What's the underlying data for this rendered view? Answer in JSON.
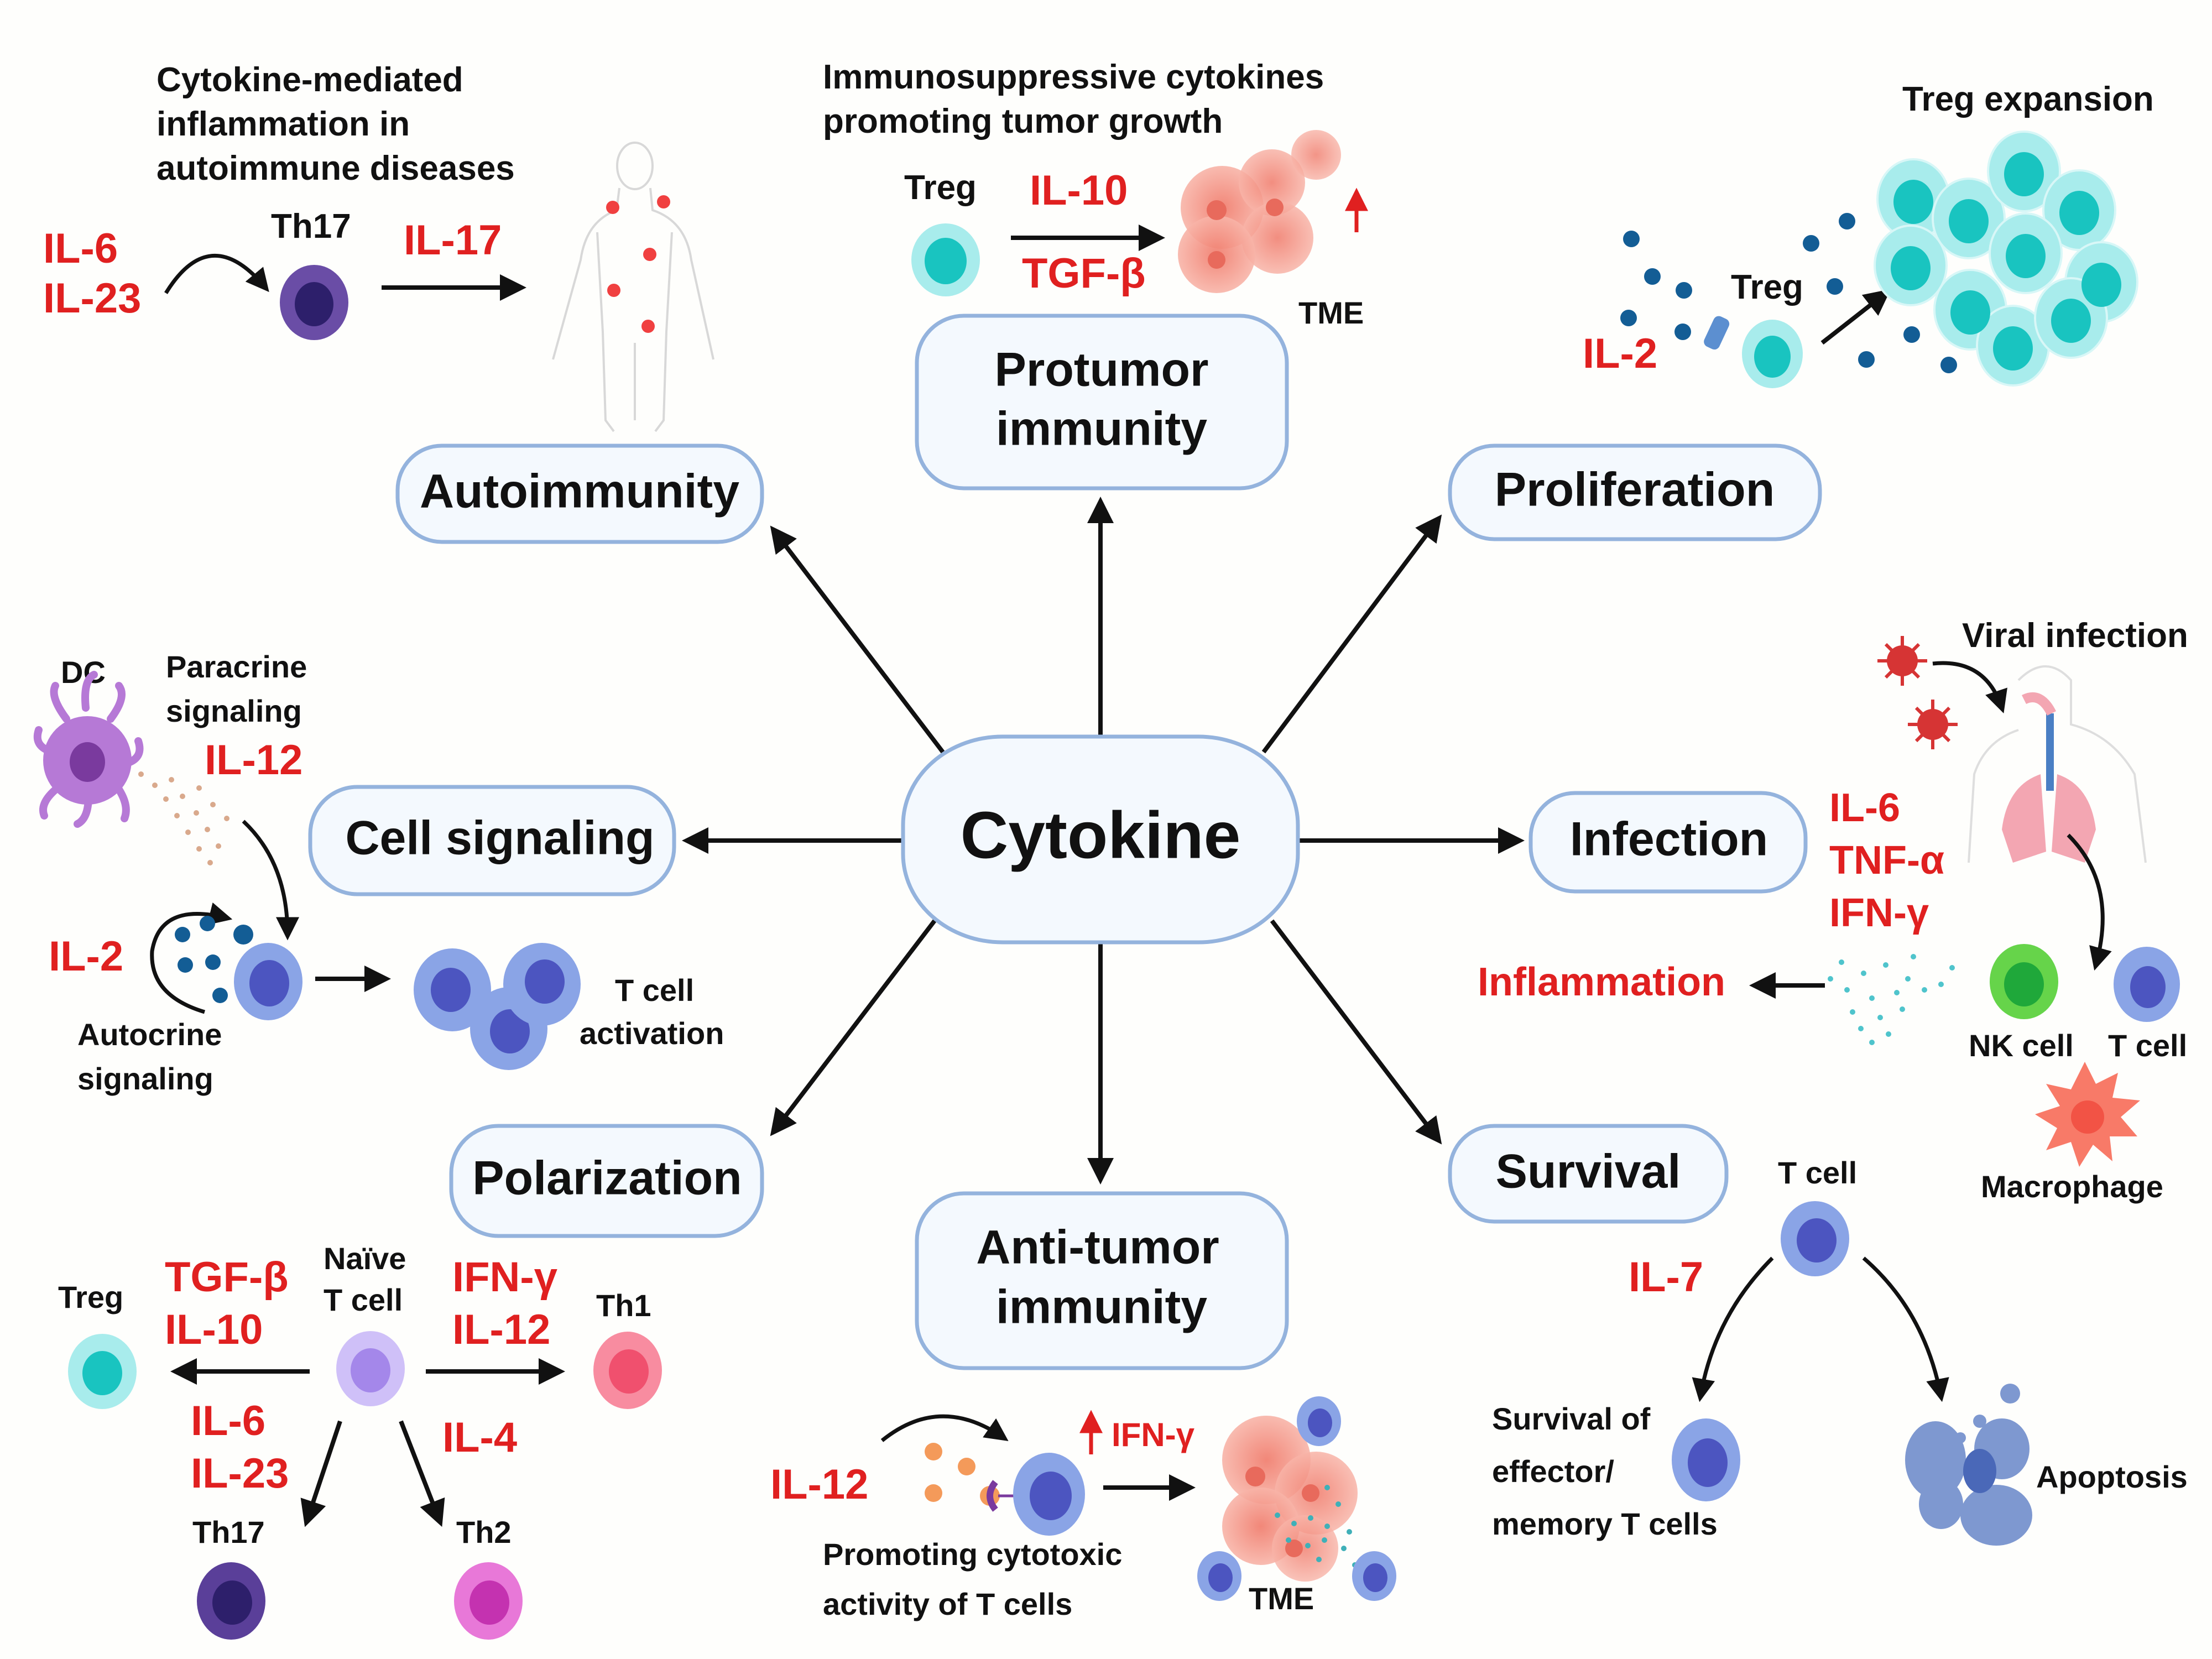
{
  "center": {
    "label": "Cytokine"
  },
  "colors": {
    "node_fill": "#f4f9fe",
    "node_border": "#94b3dd",
    "cytokine_text": "#e02020",
    "treg": "#2ec8c8",
    "t_cell": "#5b63c9",
    "th17": "#4b2f8c",
    "th1": "#f2607a",
    "th2": "#d24fc2",
    "naive_t_cell": "#b49cf0",
    "nk_cell": "#3bbf3b",
    "macrophage": "#f87a68",
    "dc": "#b679d6",
    "tumor": "#f49a8a"
  },
  "nodes": {
    "autoimmunity": "Autoimmunity",
    "protumor_line1": "Protumor",
    "protumor_line2": "immunity",
    "proliferation": "Proliferation",
    "cell_signaling": "Cell signaling",
    "infection": "Infection",
    "polarization": "Polarization",
    "antitumor_line1": "Anti-tumor",
    "antitumor_line2": "immunity",
    "survival": "Survival"
  },
  "autoimmunity_panel": {
    "caption": [
      "Cytokine-mediated",
      "inflammation in",
      "autoimmune diseases"
    ],
    "inputs": [
      "IL-6",
      "IL-23"
    ],
    "cell": "Th17",
    "output": "IL-17"
  },
  "protumor_panel": {
    "caption": [
      "Immunosuppressive cytokines",
      "promoting tumor growth"
    ],
    "cell": "Treg",
    "cytokines": [
      "IL-10",
      "TGF-β"
    ],
    "target": "TME"
  },
  "proliferation_panel": {
    "caption": "Treg expansion",
    "cell": "Treg",
    "cytokine": "IL-2"
  },
  "cell_signaling_panel": {
    "dc": "DC",
    "paracrine": [
      "Paracrine",
      "signaling"
    ],
    "paracrine_cytokine": "IL-12",
    "autocrine_cytokine": "IL-2",
    "autocrine": [
      "Autocrine",
      "signaling"
    ],
    "result": [
      "T cell",
      "activation"
    ]
  },
  "infection_panel": {
    "caption": "Viral infection",
    "cytokines": [
      "IL-6",
      "TNF-α",
      "IFN-γ"
    ],
    "result": "Inflammation",
    "cells": [
      "NK cell",
      "T cell",
      "Macrophage"
    ]
  },
  "polarization_panel": {
    "center_cell": [
      "Naïve",
      "T cell"
    ],
    "treg": "Treg",
    "treg_cytokines": [
      "TGF-β",
      "IL-10"
    ],
    "th1": "Th1",
    "th1_cytokines": [
      "IFN-γ",
      "IL-12"
    ],
    "th17": "Th17",
    "th17_cytokines": [
      "IL-6",
      "IL-23"
    ],
    "th2": "Th2",
    "th2_cytokines": [
      "IL-4"
    ]
  },
  "antitumor_panel": {
    "cytokine": "IL-12",
    "effect": "IFN-γ",
    "caption": [
      "Promoting cytotoxic",
      "activity of T cells"
    ],
    "target": "TME"
  },
  "survival_panel": {
    "cell": "T cell",
    "cytokine": "IL-7",
    "survive": [
      "Survival of",
      "effector/",
      "memory T cells"
    ],
    "death": "Apoptosis"
  }
}
